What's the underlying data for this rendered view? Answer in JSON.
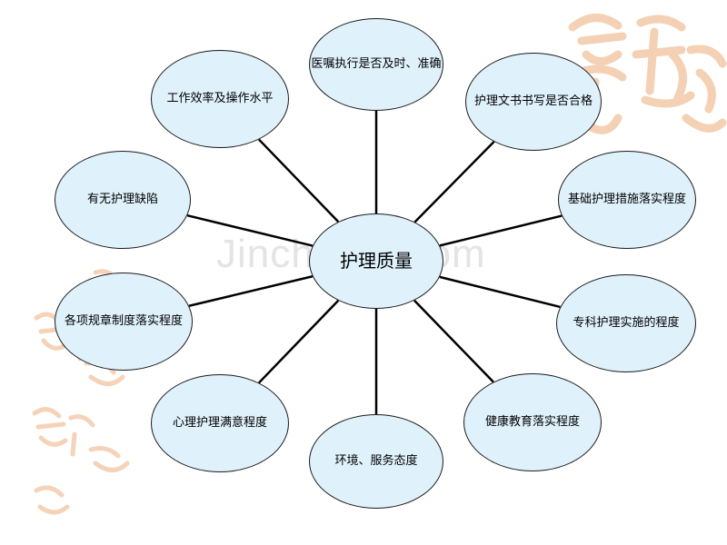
{
  "center": {
    "label": "护理质量"
  },
  "nodes": [
    {
      "label": "医嘱执行是否及时、准确"
    },
    {
      "label": "护理文书书写是否合格"
    },
    {
      "label": "基础护理措施落实程度"
    },
    {
      "label": "专科护理实施的程度"
    },
    {
      "label": "健康教育落实程度"
    },
    {
      "label": "环境、服务态度"
    },
    {
      "label": "心理护理满意程度"
    },
    {
      "label": "各项规章制度落实程度"
    },
    {
      "label": "有无护理缺陷"
    },
    {
      "label": "工作效率及操作水平"
    }
  ],
  "watermark": "Jinchutou.com",
  "colors": {
    "node_fill": "#dff1fb",
    "line": "#000000",
    "ornament": "#f3c9a8"
  }
}
